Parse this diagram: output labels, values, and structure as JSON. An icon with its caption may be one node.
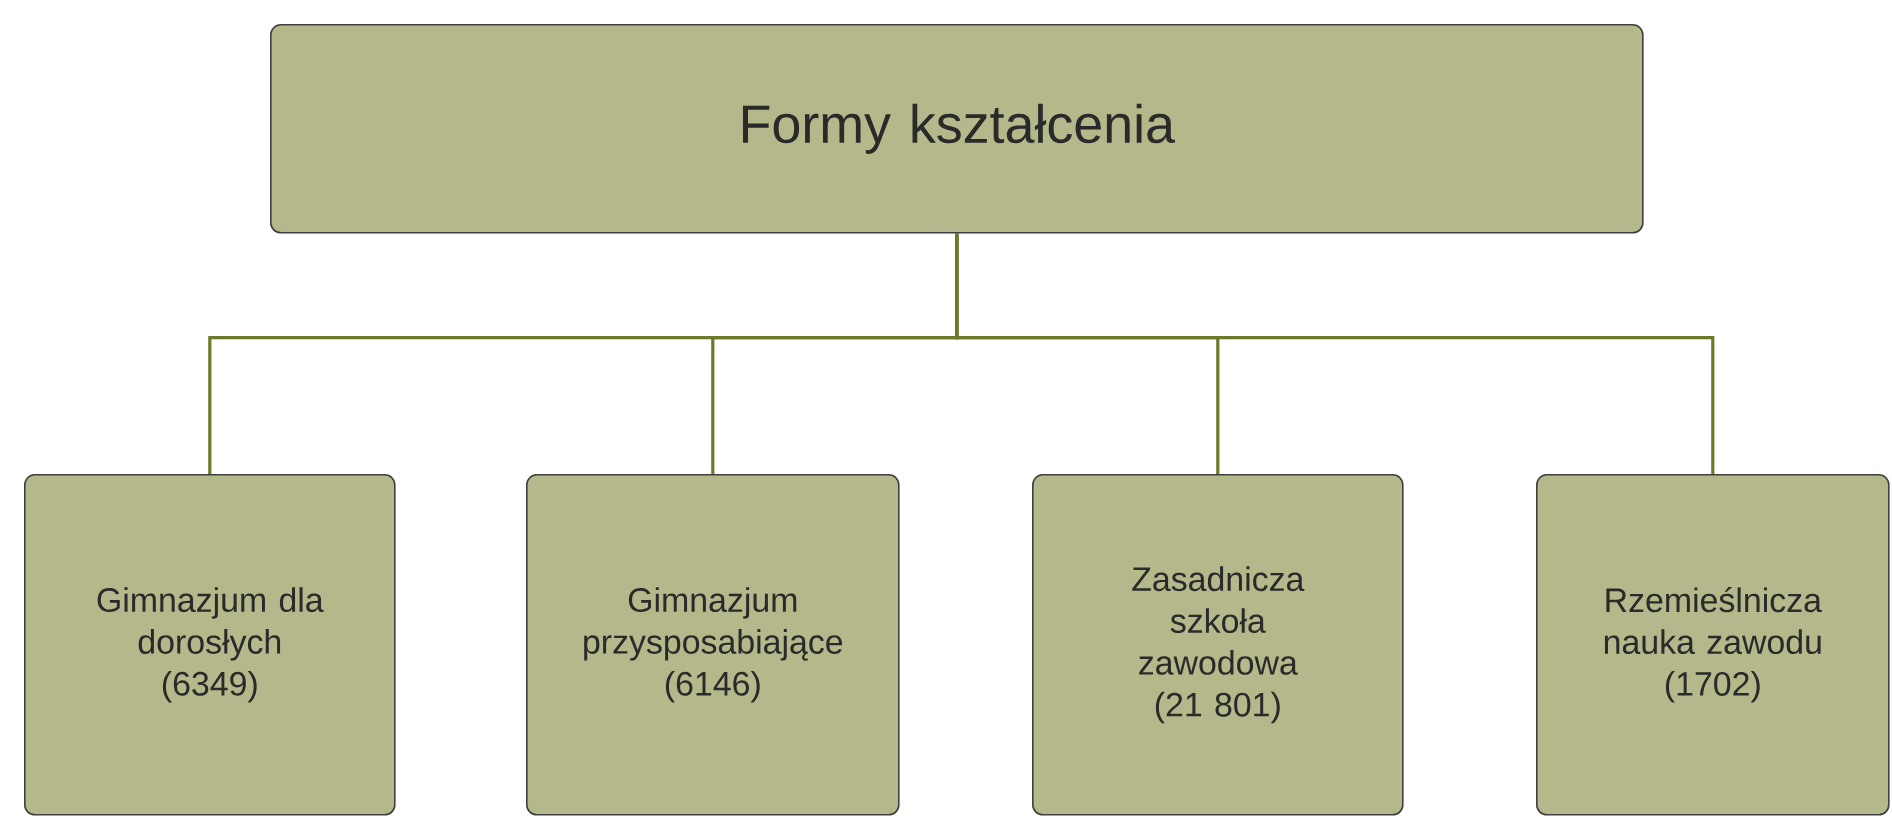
{
  "diagram": {
    "nodes": [
      {
        "text": [
          "Formy kształcenia"
        ]
      },
      {
        "text": [
          "Gimnazjum dla dorosłych (6349)"
        ]
      },
      {
        "text": [
          "Gimnazjum przysposabiające (6146)"
        ]
      },
      {
        "text": [
          "Zasadnicza szkoła zawodowa (21 801)"
        ]
      },
      {
        "text": [
          "Rzemieślnicza nauka zawodu (1702)"
        ]
      }
    ],
    "edges": [
      {
        "from": 0,
        "to": 1,
        "arrow": "none"
      },
      {
        "from": 0,
        "to": 2,
        "arrow": "none"
      },
      {
        "from": 0,
        "to": 3,
        "arrow": "none"
      },
      {
        "from": 0,
        "to": 4,
        "arrow": "none"
      }
    ]
  }
}
